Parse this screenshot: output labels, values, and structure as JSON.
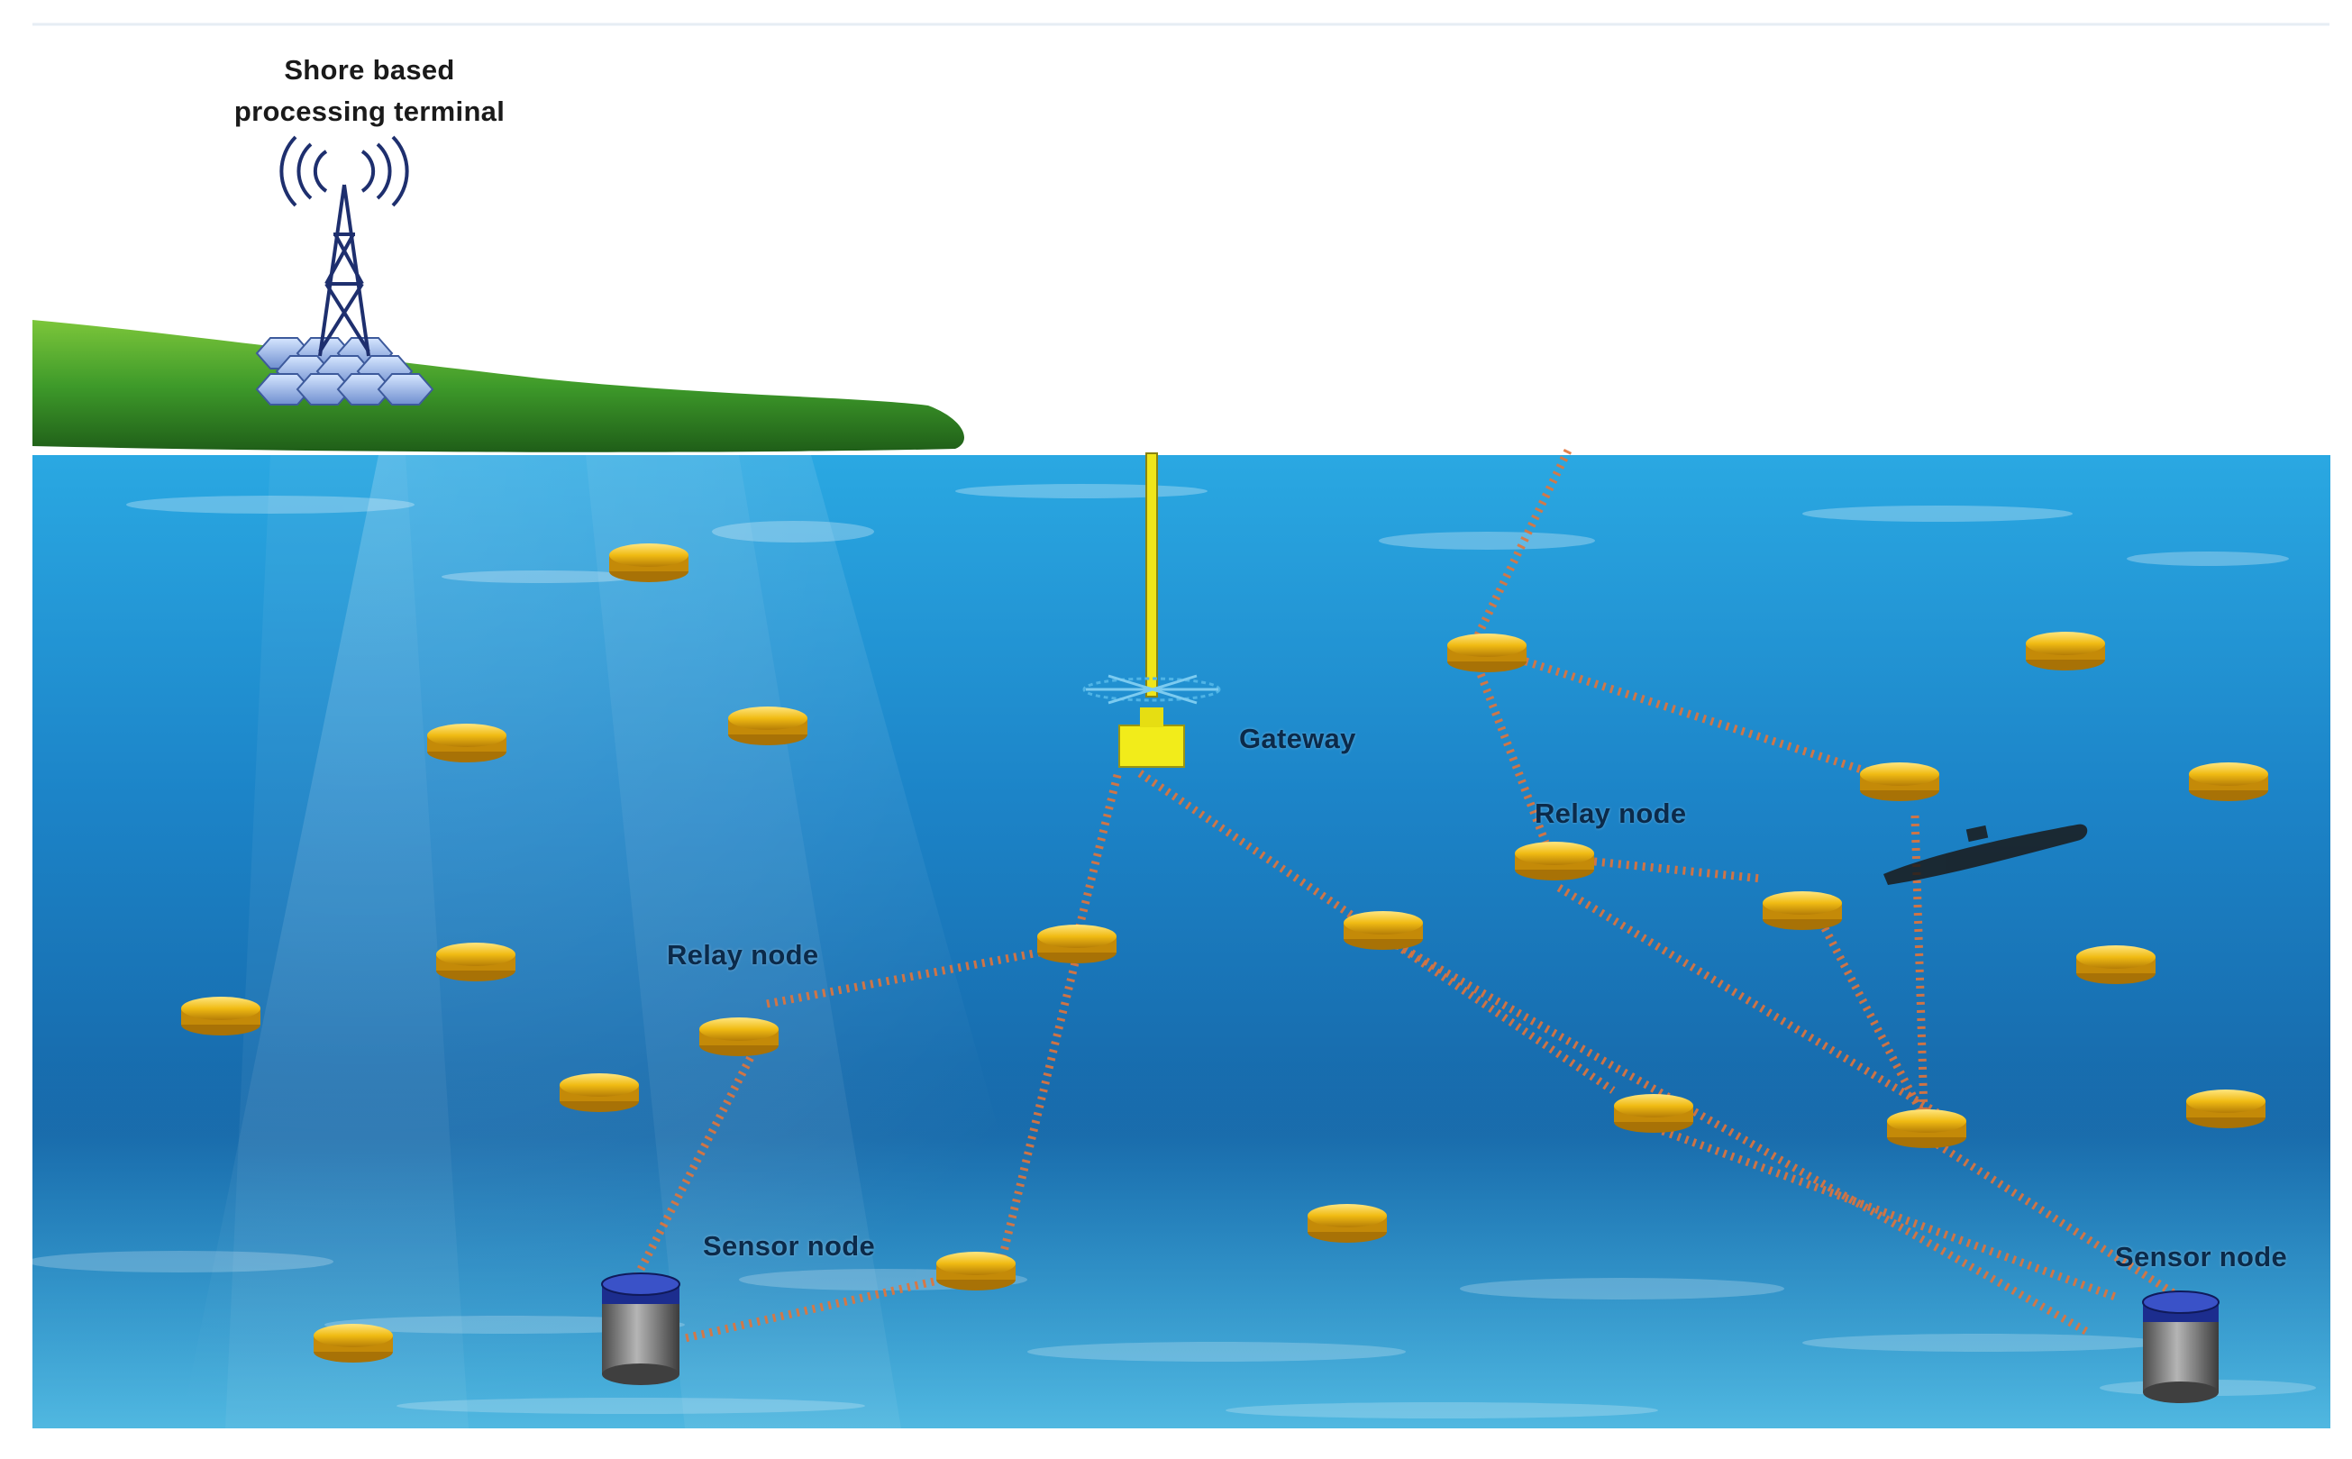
{
  "labels": {
    "shore_line1": "Shore based",
    "shore_line2": "processing terminal",
    "gateway": "Gateway",
    "relay_left": "Relay node",
    "relay_right": "Relay node",
    "sensor_left": "Sensor node",
    "sensor_right": "Sensor node"
  },
  "colors": {
    "sky": "#ffffff",
    "water_top": "#29a6df",
    "water_bottom": "#1a6fb0",
    "land": "#3d9a2a",
    "node_gold": "#f2c21a",
    "link": "#e07a3c",
    "gateway": "#f2ec1a",
    "sensor_body": "#6e6e6e",
    "sensor_cap": "#1a2c8c"
  },
  "icons": [
    "radio-tower-icon",
    "solar-panel-icon",
    "gateway-buoy-icon",
    "submarine-icon",
    "relay-node-icon",
    "sensor-node-icon"
  ]
}
